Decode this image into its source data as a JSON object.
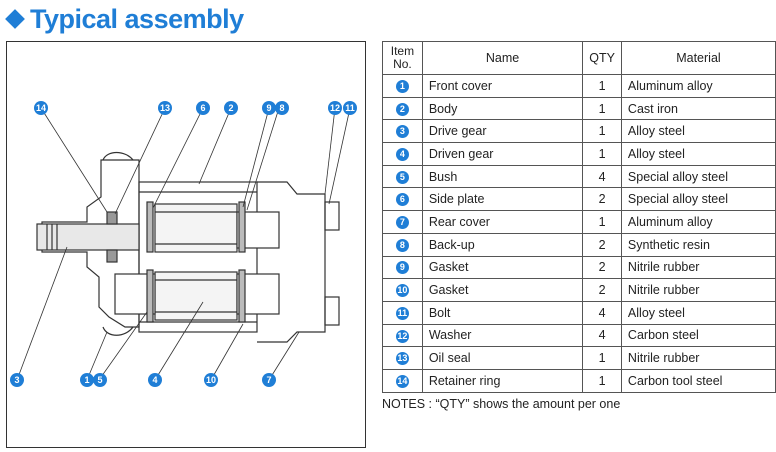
{
  "title": "Typical assembly",
  "table": {
    "headers": {
      "no": "Item No.",
      "name": "Name",
      "qty": "QTY",
      "material": "Material"
    },
    "rows": [
      {
        "no": "1",
        "name": "Front cover",
        "qty": "1",
        "material": "Aluminum alloy"
      },
      {
        "no": "2",
        "name": "Body",
        "qty": "1",
        "material": "Cast iron"
      },
      {
        "no": "3",
        "name": "Drive gear",
        "qty": "1",
        "material": "Alloy steel"
      },
      {
        "no": "4",
        "name": "Driven gear",
        "qty": "1",
        "material": "Alloy steel"
      },
      {
        "no": "5",
        "name": "Bush",
        "qty": "4",
        "material": "Special alloy steel"
      },
      {
        "no": "6",
        "name": "Side plate",
        "qty": "2",
        "material": "Special alloy steel"
      },
      {
        "no": "7",
        "name": "Rear cover",
        "qty": "1",
        "material": "Aluminum alloy"
      },
      {
        "no": "8",
        "name": "Back-up",
        "qty": "2",
        "material": "Synthetic resin"
      },
      {
        "no": "9",
        "name": "Gasket",
        "qty": "2",
        "material": "Nitrile rubber"
      },
      {
        "no": "10",
        "name": "Gasket",
        "qty": "2",
        "material": "Nitrile rubber"
      },
      {
        "no": "11",
        "name": "Bolt",
        "qty": "4",
        "material": "Alloy steel"
      },
      {
        "no": "12",
        "name": "Washer",
        "qty": "4",
        "material": "Carbon steel"
      },
      {
        "no": "13",
        "name": "Oil seal",
        "qty": "1",
        "material": "Nitrile rubber"
      },
      {
        "no": "14",
        "name": "Retainer ring",
        "qty": "1",
        "material": "Carbon tool steel"
      }
    ]
  },
  "notes": "NOTES : “QTY” shows the amount per one",
  "callouts": [
    "14",
    "13",
    "6",
    "2",
    "9",
    "8",
    "12",
    "11",
    "3",
    "1",
    "5",
    "4",
    "10",
    "7"
  ],
  "colors": {
    "accent": "#1f7ed6"
  }
}
